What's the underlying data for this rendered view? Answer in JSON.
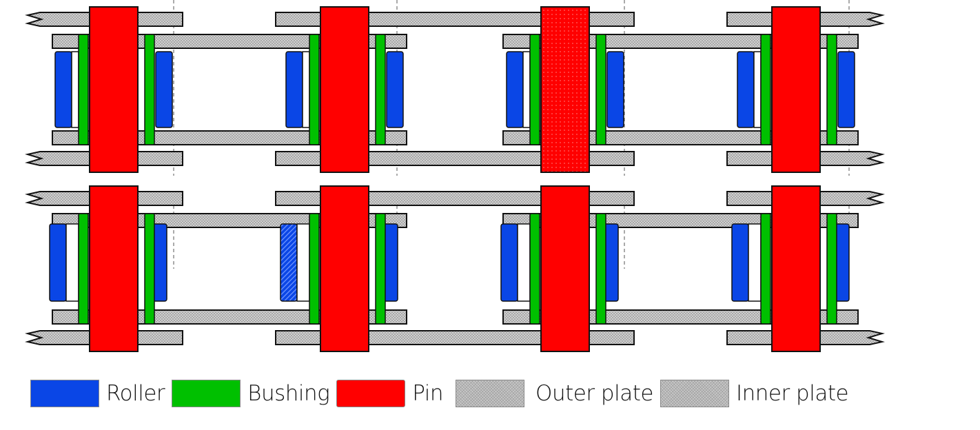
{
  "diagram": {
    "title": "Roller chain cross-section",
    "rows": 2,
    "links_per_row": 4,
    "colors": {
      "roller": "#0a46e6",
      "bushing": "#00c000",
      "pin": "#ff0000",
      "outer_plate": "#c8c8c8",
      "inner_plate": "#c8c8c8",
      "outline": "#111111"
    }
  },
  "legend": {
    "items": [
      {
        "key": "roller",
        "label": "Roller",
        "color": "#0a46e6"
      },
      {
        "key": "bushing",
        "label": "Bushing",
        "color": "#00c000"
      },
      {
        "key": "pin",
        "label": "Pin",
        "color": "#ff0000"
      },
      {
        "key": "outer_plate",
        "label": "Outer plate",
        "color": "#c8c8c8"
      },
      {
        "key": "inner_plate",
        "label": "Inner plate",
        "color": "#c8c8c8"
      }
    ]
  }
}
